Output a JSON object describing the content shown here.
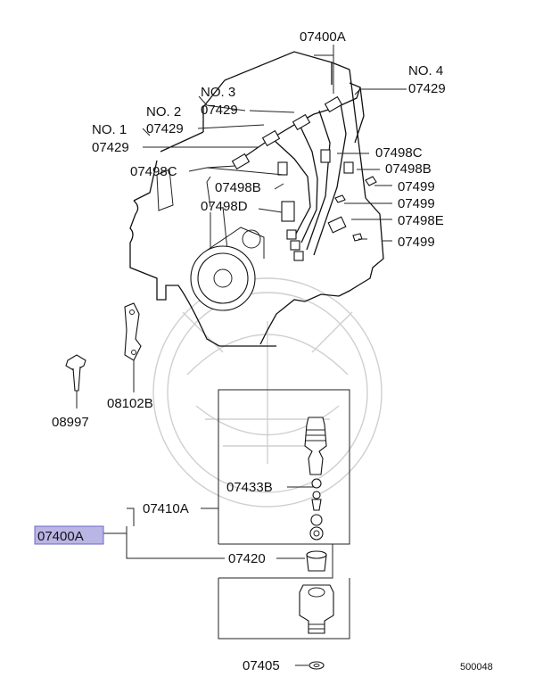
{
  "callouts": {
    "top_assembly": "07400A",
    "no4": "NO. 4",
    "no4_code": "07429",
    "no3": "NO. 3",
    "no3_code": "07429",
    "no2": "NO. 2",
    "no2_code": "07429",
    "no1": "NO. 1",
    "no1_code": "07429",
    "c07498c_right": "07498C",
    "c07498c_left": "07498C",
    "c07498b_right": "07498B",
    "c07498b_left": "07498B",
    "c07498d": "07498D",
    "c07499_a": "07499",
    "c07499_b": "07499",
    "c07499_c": "07499",
    "c07498e": "07498E",
    "c08102b": "08102B",
    "c08997": "08997",
    "c07433b": "07433B",
    "c07410a": "07410A",
    "highlight_assembly": "07400A",
    "c07420": "07420",
    "c07405": "07405",
    "diagram_code": "500048"
  },
  "colors": {
    "highlight_fill": "#b9b6e6",
    "line": "#111111",
    "watermark": "#cfcfcf"
  }
}
